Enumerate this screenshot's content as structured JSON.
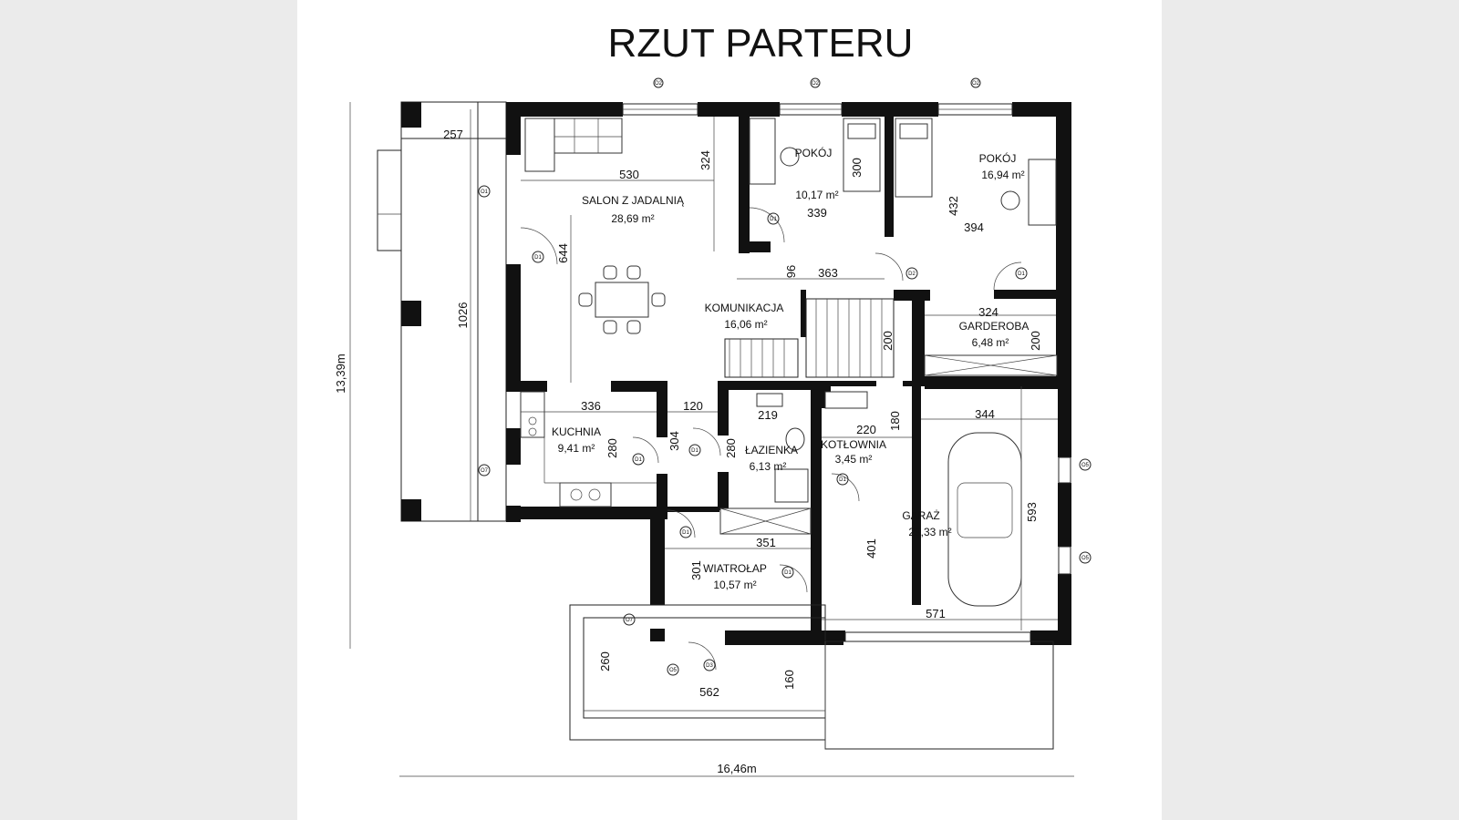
{
  "title": "RZUT PARTERU",
  "rooms": {
    "salon": {
      "name": "SALON Z JADALNIĄ",
      "area": "28,69 m²"
    },
    "pokoj1": {
      "name": "POKÓJ",
      "area": "10,17 m²"
    },
    "pokoj2": {
      "name": "POKÓJ",
      "area": "16,94 m²"
    },
    "komunikacja": {
      "name": "KOMUNIKACJA",
      "area": "16,06 m²"
    },
    "garderoba": {
      "name": "GARDEROBA",
      "area": "6,48 m²"
    },
    "kuchnia": {
      "name": "KUCHNIA",
      "area": "9,41 m²"
    },
    "lazienka": {
      "name": "ŁAZIENKA",
      "area": "6,13 m²"
    },
    "kotlownia": {
      "name": "KOTŁOWNIA",
      "area": "3,45 m²"
    },
    "garaz": {
      "name": "GARAŻ",
      "area": "29,33 m²"
    },
    "wiatrolap": {
      "name": "WIATROŁAP",
      "area": "10,57 m²"
    }
  },
  "dims": {
    "d257": "257",
    "d530": "530",
    "d324a": "324",
    "d300": "300",
    "d339": "339",
    "d432": "432",
    "d394": "394",
    "d644": "644",
    "d96": "96",
    "d363": "363",
    "d324b": "324",
    "d200a": "200",
    "d200b": "200",
    "d1026": "1026",
    "d336": "336",
    "d120": "120",
    "d219": "219",
    "d180": "180",
    "d344": "344",
    "d220": "220",
    "d280a": "280",
    "d304": "304",
    "d280b": "280",
    "d593": "593",
    "d401": "401",
    "d351": "351",
    "d301": "301",
    "d571": "571",
    "d260": "260",
    "d160": "160",
    "d562": "562",
    "total_height": "13,39m",
    "total_width": "16,46m"
  },
  "tags": {
    "o1": "O1",
    "o2": "O2",
    "o5": "O5",
    "o7": "O7",
    "d1": "D1",
    "d2": "D2",
    "d3": "D3"
  }
}
